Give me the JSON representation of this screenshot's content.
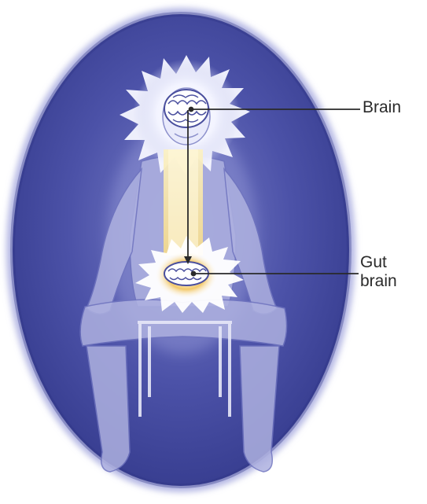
{
  "labels": {
    "brain": "Brain",
    "gut_line1": "Gut",
    "gut_line2": "brain"
  },
  "colors": {
    "aura_dark": "#3a3f96",
    "aura_mid": "#6a70bd",
    "aura_light": "#c9cbee",
    "glow": "#ffffff",
    "beam": "#f7e7a4",
    "gut_glow": "#f3c96a",
    "figure": "#d7d9f0",
    "line": "#2a2a2a"
  }
}
